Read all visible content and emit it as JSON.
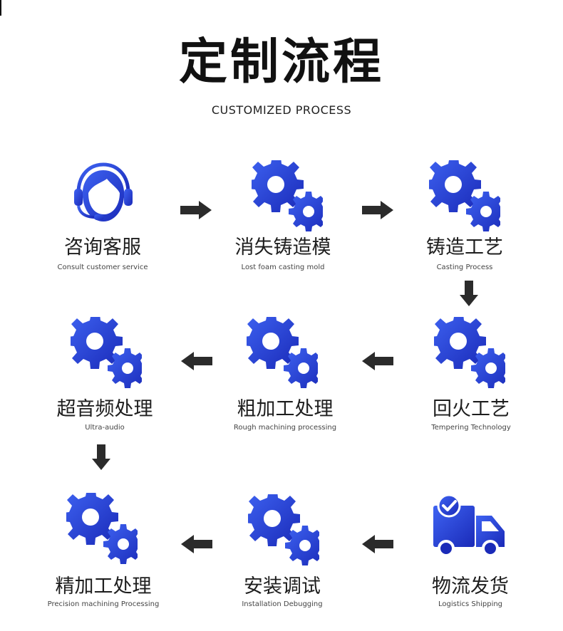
{
  "header": {
    "title": "定制流程",
    "subtitle": "CUSTOMIZED PROCESS"
  },
  "colors": {
    "accent": "#1f33c9",
    "accent_light": "#3b5df0",
    "arrow": "#2b2b2b"
  },
  "steps": [
    {
      "zh": "咨询客服",
      "en": "Consult customer service",
      "icon": "customer-service-icon"
    },
    {
      "zh": "消失铸造模",
      "en": "Lost foam casting mold",
      "icon": "gears-icon"
    },
    {
      "zh": "铸造工艺",
      "en": "Casting Process",
      "icon": "gears-icon"
    },
    {
      "zh": "回火工艺",
      "en": "Tempering Technology",
      "icon": "gears-icon"
    },
    {
      "zh": "粗加工处理",
      "en": "Rough machining processing",
      "icon": "gears-icon"
    },
    {
      "zh": "超音频处理",
      "en": "Ultra-audio",
      "icon": "gears-icon"
    },
    {
      "zh": "精加工处理",
      "en": "Precision machining Processing",
      "icon": "gears-icon"
    },
    {
      "zh": "安装调试",
      "en": "Installation Debugging",
      "icon": "gears-icon"
    },
    {
      "zh": "物流发货",
      "en": "Logistics Shipping",
      "icon": "delivery-truck-icon"
    }
  ]
}
